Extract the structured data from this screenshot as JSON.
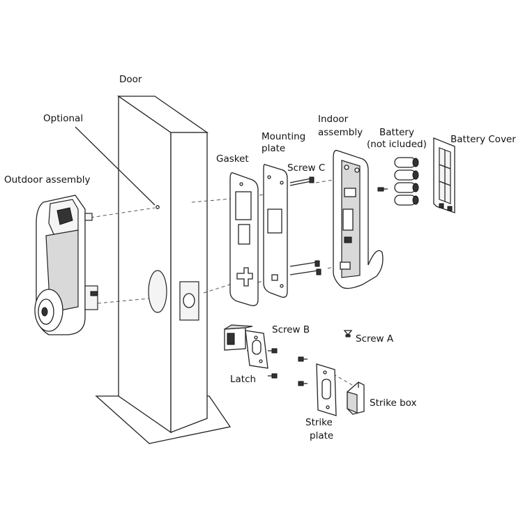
{
  "labels": {
    "door": "Door",
    "optional": "Optional",
    "outdoor_assembly": "Outdoor assembly",
    "gasket": "Gasket",
    "mounting_plate_line1": "Mounting",
    "mounting_plate_line2": "plate",
    "screw_c": "Screw C",
    "indoor_assembly_line1": "Indoor",
    "indoor_assembly_line2": "assembly",
    "battery_line1": "Battery",
    "battery_line2": "(not icluded)",
    "battery_cover": "Battery Cover",
    "screw_b": "Screw B",
    "screw_a": "Screw A",
    "latch": "Latch",
    "strike_box": "Strike box",
    "strike_plate_line1": "Strike",
    "strike_plate_line2": "plate"
  },
  "colors": {
    "line": "#222222",
    "part_fill": "#ffffff",
    "shade": "#d9d9d9"
  }
}
